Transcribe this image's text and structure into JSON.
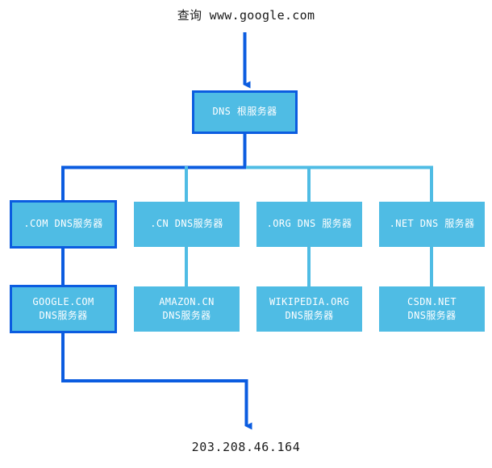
{
  "diagram": {
    "type": "dns-resolution-hierarchy",
    "query_label": "查询 www.google.com",
    "result_label": "203.208.46.164",
    "colors": {
      "node_fill": "#4fbce4",
      "node_text": "#ffffff",
      "highlight_stroke": "#0b5ce0",
      "normal_stroke": "#4fbce4",
      "caption_text": "#1a1a1a",
      "background": "#ffffff"
    },
    "root": {
      "label": "DNS 根服务器",
      "highlighted": true
    },
    "tld_row": [
      {
        "label": ".COM DNS服务器",
        "highlighted": true
      },
      {
        "label": ".CN DNS服务器",
        "highlighted": false
      },
      {
        "label": ".ORG DNS 服务器",
        "highlighted": false
      },
      {
        "label": ".NET DNS 服务器",
        "highlighted": false
      }
    ],
    "authoritative_row": [
      {
        "label": "GOOGLE.COM\nDNS服务器",
        "highlighted": true
      },
      {
        "label": "AMAZON.CN\nDNS服务器",
        "highlighted": false
      },
      {
        "label": "WIKIPEDIA.ORG\nDNS服务器",
        "highlighted": false
      },
      {
        "label": "CSDN.NET\nDNS服务器",
        "highlighted": false
      }
    ]
  }
}
